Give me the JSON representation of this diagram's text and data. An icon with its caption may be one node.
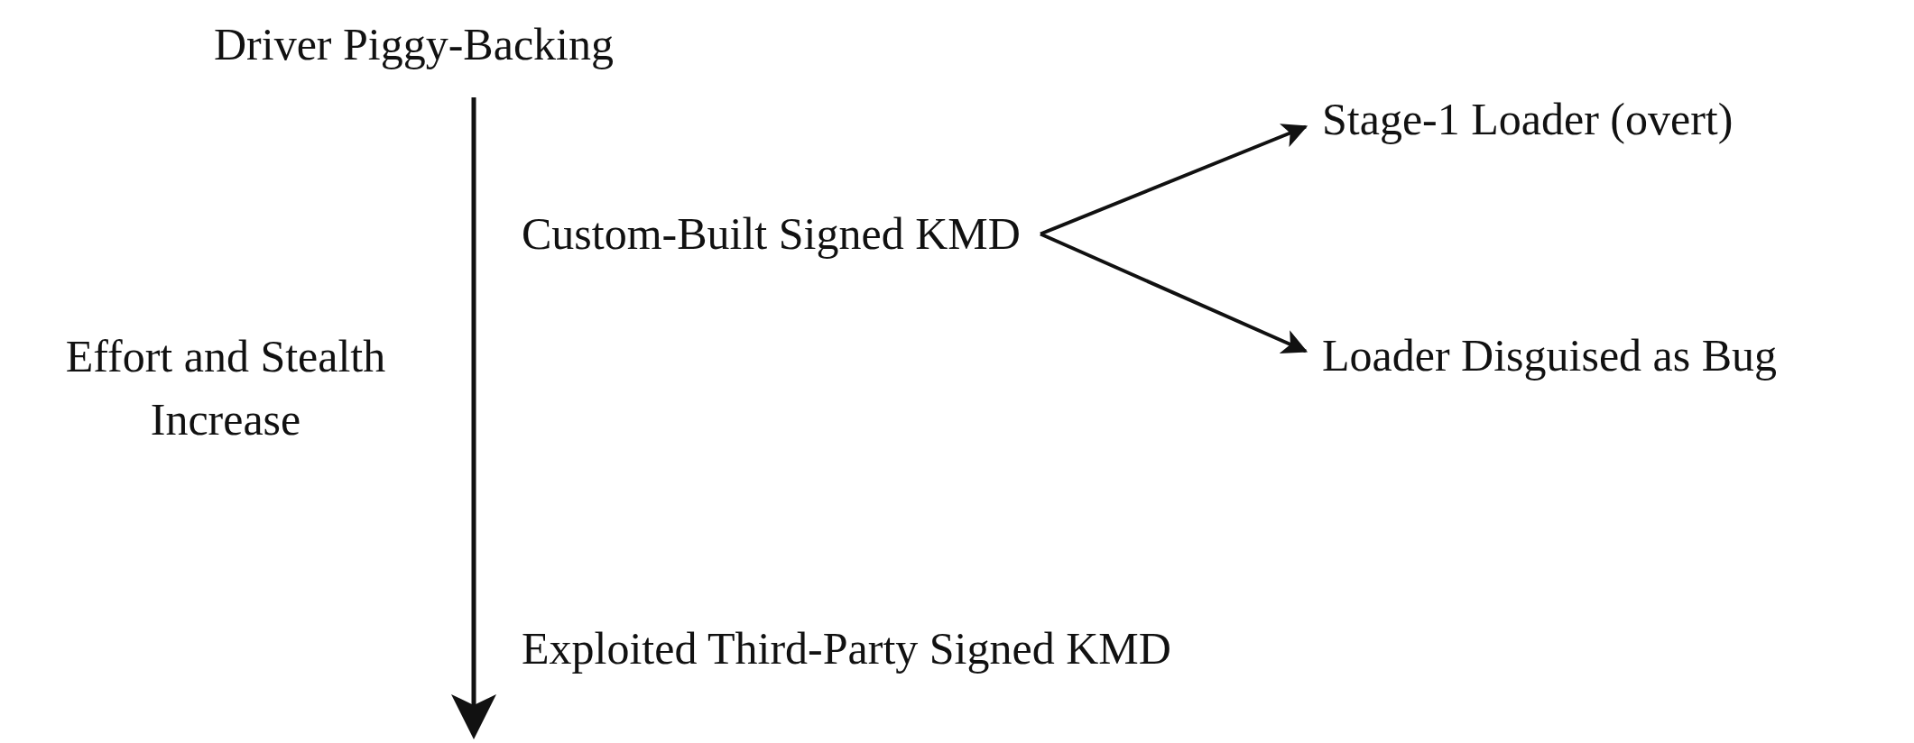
{
  "diagram": {
    "nodes": [
      {
        "text": [
          "Custom-Built Signed KMD"
        ]
      },
      {
        "text": [
          "Stage-1 Loader (overt)"
        ]
      },
      {
        "text": [
          "Loader Disguised as Bug"
        ]
      }
    ],
    "edges": [
      {
        "from": 0,
        "to": 1,
        "arrow": "to"
      },
      {
        "from": 0,
        "to": 2,
        "arrow": "to"
      }
    ],
    "labels": [
      "Driver Piggy-Backing",
      "Effort and Stealth Increase",
      "Exploited Third-Party Signed KMD"
    ]
  }
}
